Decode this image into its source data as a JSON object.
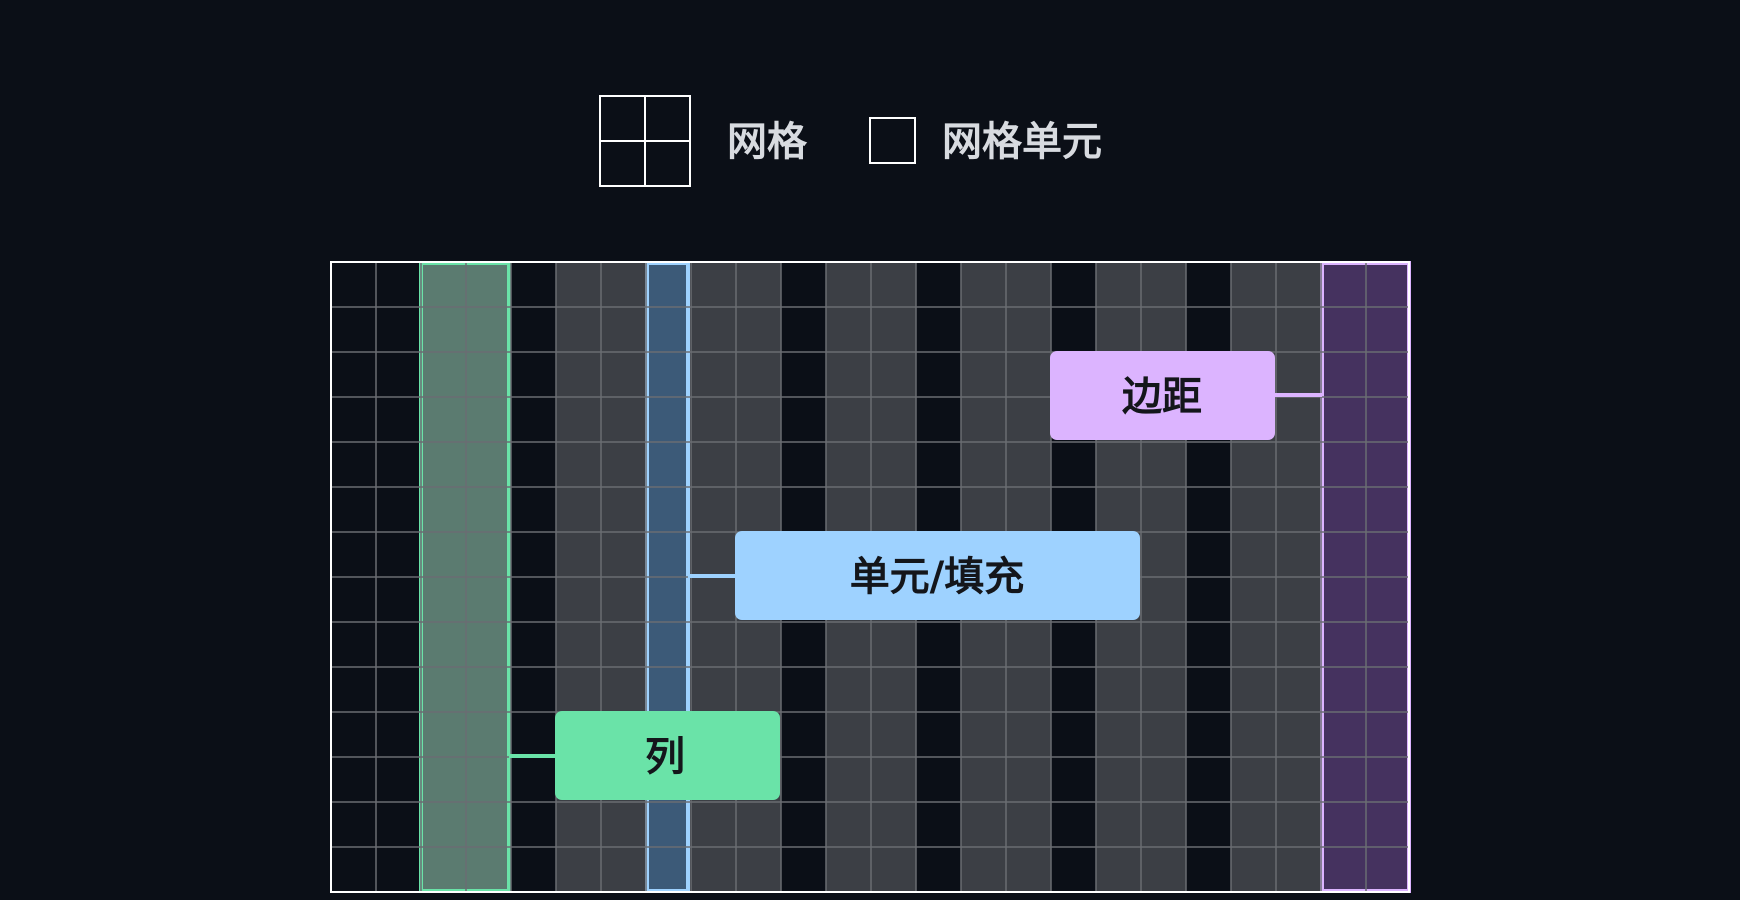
{
  "legend": {
    "grid_label": "网格",
    "cell_label": "网格单元",
    "grid_icon": "grid-2x2-icon",
    "cell_icon": "square-icon"
  },
  "callouts": {
    "margin_label": "边距",
    "gutter_label": "单元/填充",
    "column_label": "列"
  },
  "colors": {
    "background": "#0b0f17",
    "column_band": "#3c3f45",
    "grid_line": "#6a6d72",
    "border": "#ffffff",
    "legend_text": "#d8dbe0",
    "column_highlight": "#6ae3a8",
    "gutter_highlight": "#9ed2ff",
    "margin_highlight": "#dcb4ff"
  }
}
